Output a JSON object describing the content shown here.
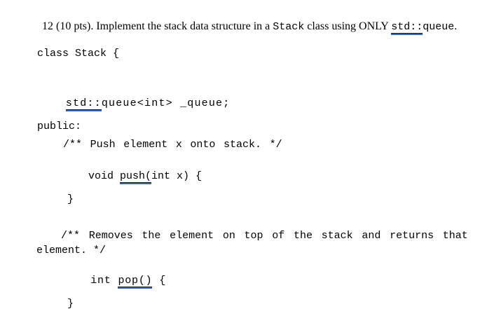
{
  "title": {
    "part1": "12 (10 pts). Implement the stack data structure in a ",
    "code_stack": "Stack",
    "part2": " class using ONLY ",
    "code_std_underlined": "std::",
    "code_queue": "queue",
    "part3": "."
  },
  "code": {
    "class_decl": "class Stack {",
    "member_std_underlined": "std::",
    "member_rest": "queue<int> _queue;",
    "public_label": "public:",
    "push_comment": "/** Push element x onto stack. */",
    "push_return_type": "void ",
    "push_name_underlined": "push(",
    "push_params": "int x) {",
    "close_brace_1": "}",
    "pop_comment_line1": "/** Removes the element on top of the stack and returns that",
    "pop_comment_line2": "element. */",
    "pop_return_type": "int ",
    "pop_name_underlined": "pop()",
    "pop_params": " {",
    "close_brace_2": "}"
  },
  "colors": {
    "text": "#000000",
    "background": "#ffffff",
    "underline_top": "#1a1a1a",
    "underline_bottom_blue": "#3c64af"
  }
}
